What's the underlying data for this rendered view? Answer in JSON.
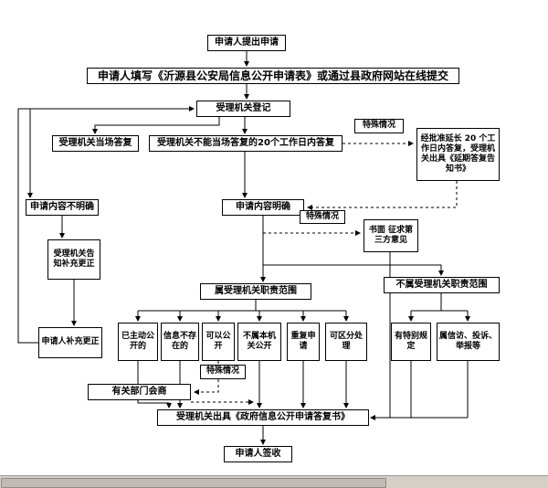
{
  "colors": {
    "line": "#000000",
    "box_border": "#000000",
    "box_background": "#ffffff",
    "canvas_background": "#ffffff",
    "scrollbar_track": "#d4d0c8"
  },
  "nodes": {
    "submit": {
      "label": "申请人提出申请"
    },
    "fill_form": {
      "label": "申请人填写《沂源县公安局信息公开申请表》或通过县政府网站在线提交"
    },
    "register": {
      "label": "受理机关登记"
    },
    "special1": {
      "label": "特殊情况"
    },
    "onspot": {
      "label": "受理机关当场答复"
    },
    "within20": {
      "label": "受理机关不能当场答复的20个工作日内答复"
    },
    "extend": {
      "label": "经批准延长 20 个工作日内答复，受理机关出具《延期答复告知书》"
    },
    "unclear": {
      "label": "申请内容不明确"
    },
    "clear": {
      "label": "申请内容明确"
    },
    "special2": {
      "label": "特殊情况"
    },
    "third_party": {
      "label": "书面 征求第三方意见"
    },
    "notify_supplement": {
      "label": "受理机关告知补充更正"
    },
    "in_scope": {
      "label": "属受理机关职责范围"
    },
    "out_scope": {
      "label": "不属受理机关职责范围"
    },
    "applicant_supplement": {
      "label": "申请人补充更正"
    },
    "already_disclosed": {
      "label": "已主动公开的"
    },
    "not_exist": {
      "label": "信息不存在的"
    },
    "can_disclose": {
      "label": "可以公开"
    },
    "not_this_authority": {
      "label": "不属本机关公开"
    },
    "repeated": {
      "label": "重复申请"
    },
    "separable": {
      "label": "可区分处理"
    },
    "special_provisions": {
      "label": "有特别规定"
    },
    "petition": {
      "label": "属信访、投诉、举报等"
    },
    "special3": {
      "label": "特殊情况"
    },
    "consultation": {
      "label": "有关部门会商"
    },
    "reply_document": {
      "label": "受理机关出具《政府信息公开申请答复书》"
    },
    "sign_receipt": {
      "label": "申请人签收"
    }
  }
}
